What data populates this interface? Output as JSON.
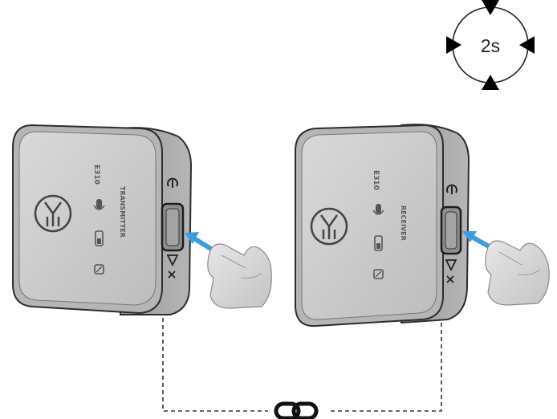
{
  "timer": {
    "label": "2s"
  },
  "transmitter": {
    "model": "E310",
    "label": "TRANSMITTER"
  },
  "receiver": {
    "model": "E310",
    "label": "RECEIVER"
  },
  "link": {
    "icon": "link-icon"
  },
  "colors": {
    "arrow": "#3d9ce0",
    "device_face": "#c9c9c9",
    "device_side": "#a6a6a6",
    "outline": "#2d2d2d"
  }
}
